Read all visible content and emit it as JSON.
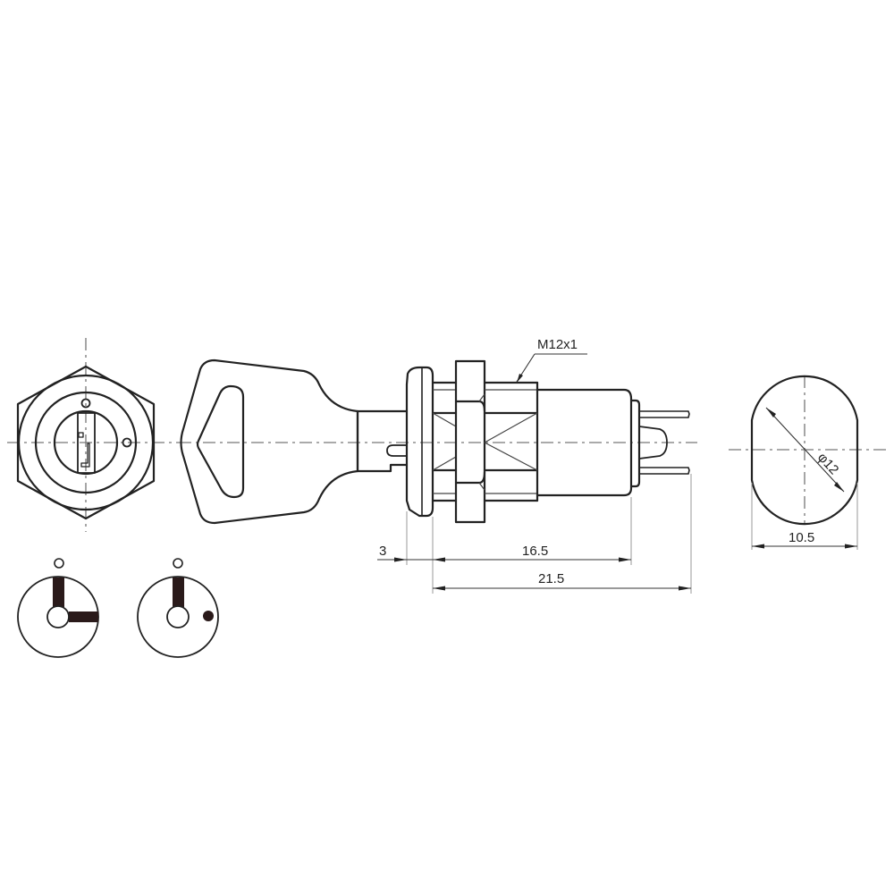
{
  "drawing": {
    "title": "Key switch technical drawing (M12 key lock switch)",
    "views": {
      "front_view": {
        "name": "Front face with key slot (hex nut view)"
      },
      "key_side_view": {
        "name": "Side view with key inserted"
      },
      "end_view": {
        "name": "Mounting hole cutout profile"
      },
      "position_diagrams": [
        {
          "name": "Position diagram 1",
          "description": "Indicator at top, two bars (top and right)"
        },
        {
          "name": "Position diagram 2",
          "description": "Indicator at top, bar at top, dot at right"
        }
      ]
    },
    "annotations": {
      "thread": "M12x1",
      "diameter": "φ12",
      "flat_width": "10.5",
      "flange_thickness": "3",
      "body_length": "16.5",
      "total_length": "21.5"
    },
    "colors": {
      "line": "#222222",
      "centerline": "#777777",
      "fill_dark": "#2a1a1a",
      "background": "#ffffff"
    }
  }
}
